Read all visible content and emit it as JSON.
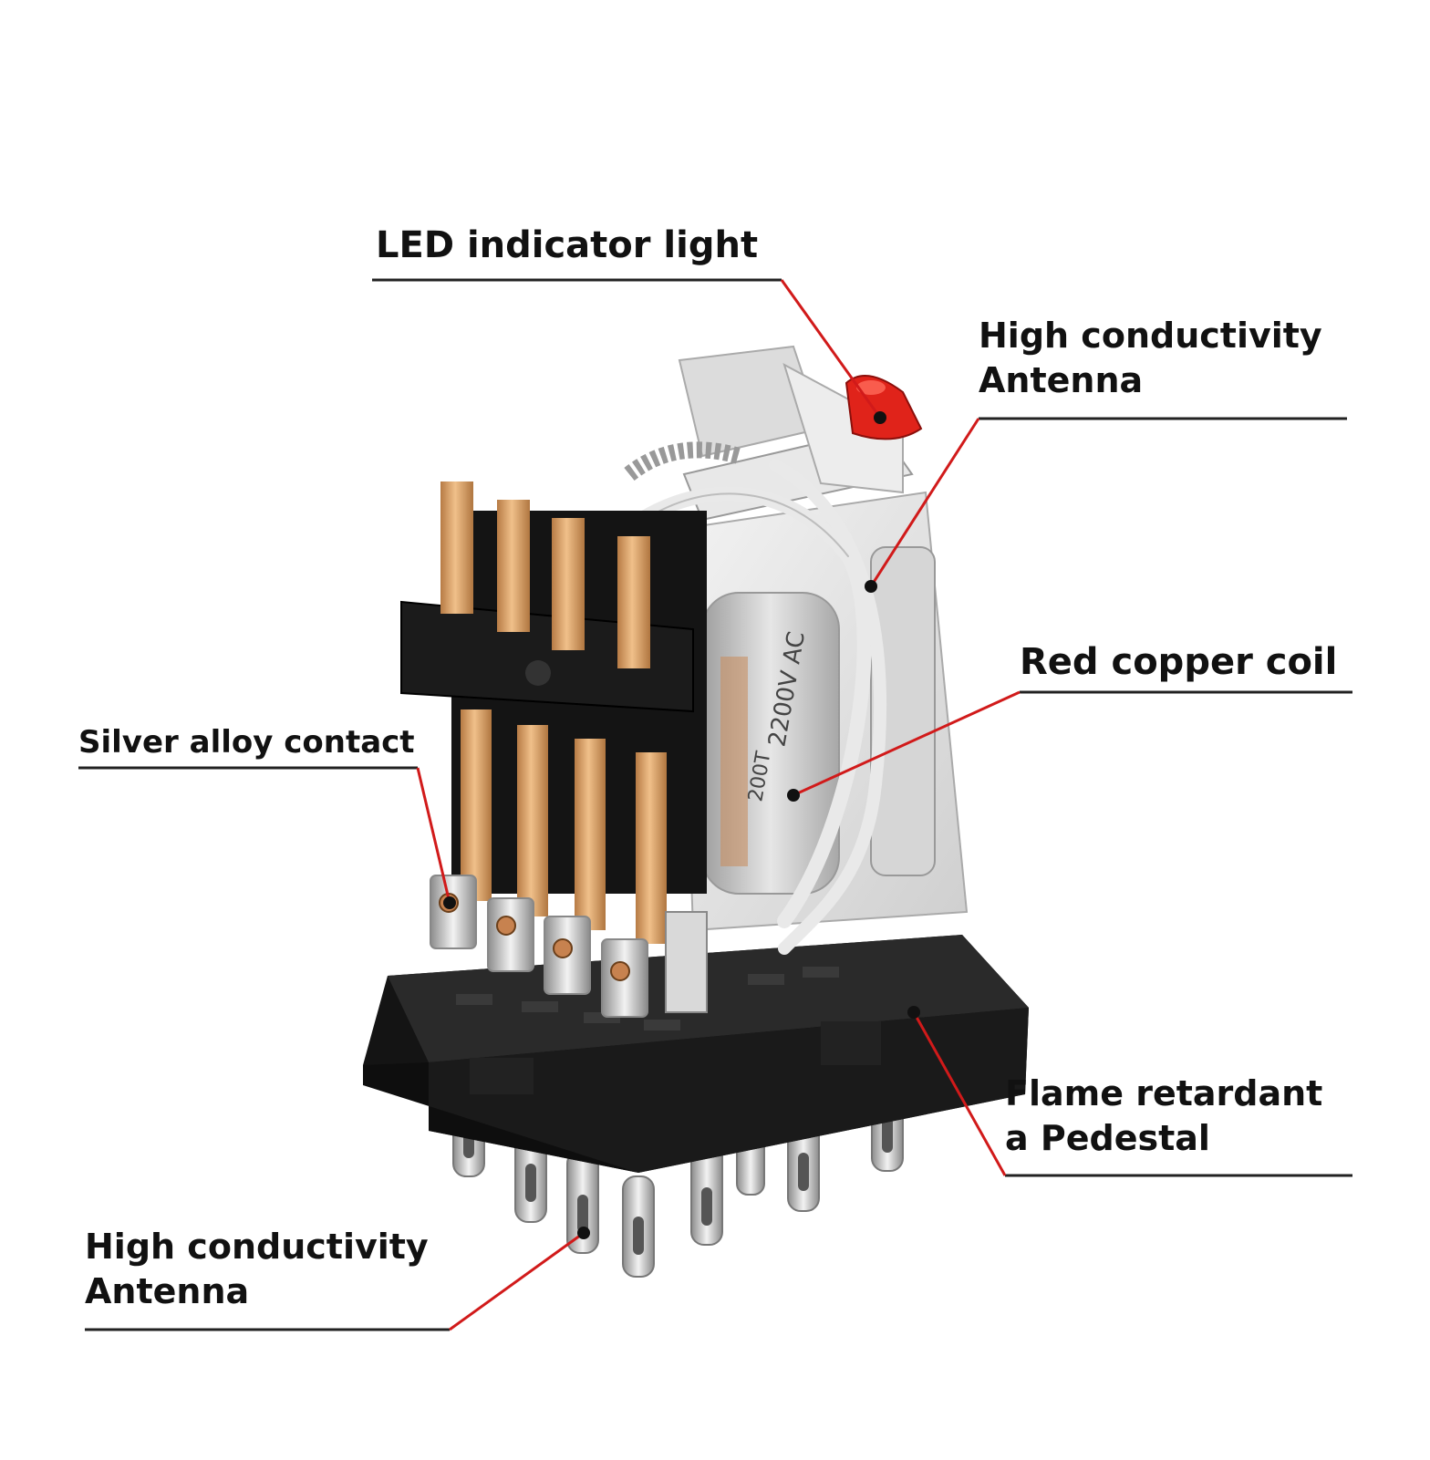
{
  "labels": {
    "led": "LED indicator light",
    "antenna_top": [
      "High conductivity",
      "Antenna"
    ],
    "coil": "Red copper coil",
    "silver": "Silver alloy contact",
    "flame": [
      "Flame retardant",
      "a Pedestal"
    ],
    "antenna_bottom": [
      "High conductivity",
      "Antenna"
    ]
  },
  "coil_print": [
    "200T",
    "2200V AC"
  ],
  "colors": {
    "leader": "#d11a1a",
    "underline": "#222222",
    "base": "#1c1c1c",
    "copper": "#d9a36a",
    "led": "#e0231a",
    "wire": "#e9e9e9"
  }
}
